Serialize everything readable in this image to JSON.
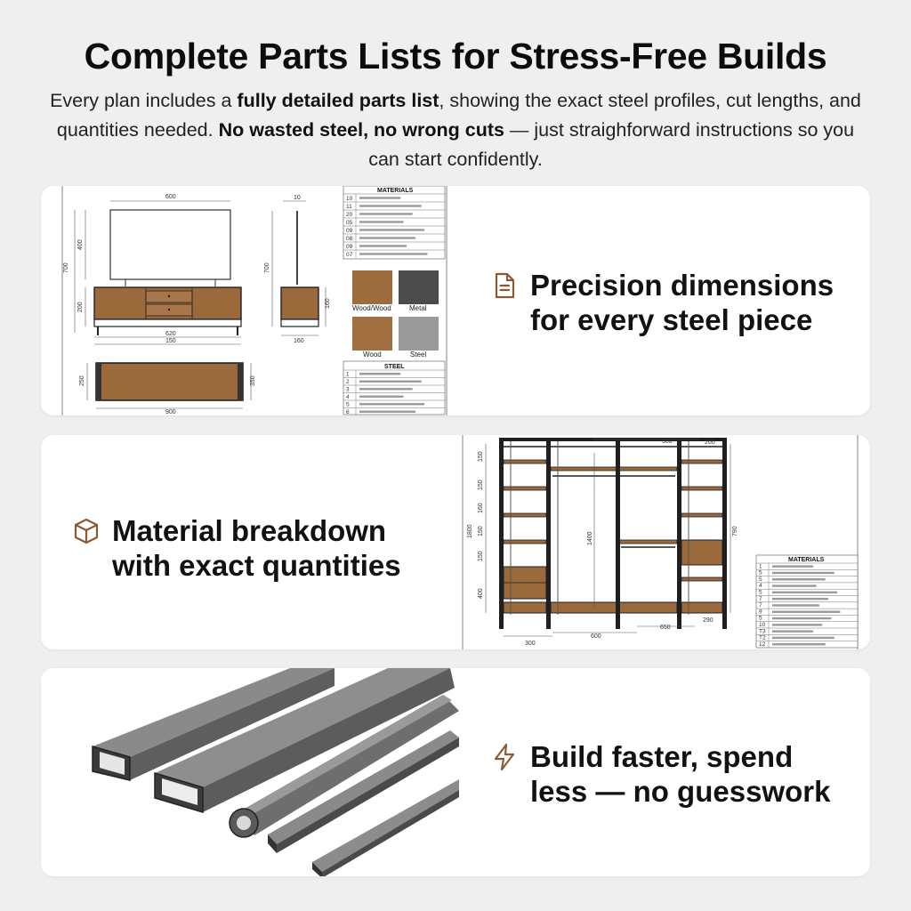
{
  "header": {
    "title": "Complete Parts Lists for Stress-Free Builds",
    "sub_1": "Every plan includes a ",
    "sub_b1": "fully detailed parts list",
    "sub_2": ", showing the exact steel profiles, cut lengths, and quantities needed. ",
    "sub_b2": "No wasted steel, no wrong cuts",
    "sub_3": " — just straighforward instructions so you can start confidently."
  },
  "features": [
    {
      "label": "Precision dimensions for every steel piece",
      "icon": "document-icon"
    },
    {
      "label": "Material breakdown with exact quantities",
      "icon": "box-icon"
    },
    {
      "label": "Build faster, spend less — no guesswork",
      "icon": "lightning-icon"
    }
  ],
  "drawing1": {
    "dims": {
      "width_top": "600",
      "d10": "10",
      "h400": "400",
      "h700_left": "700",
      "h700_right": "700",
      "h200": "200",
      "h160": "160",
      "w620": "620",
      "w150": "150",
      "w160": "160",
      "h250": "250",
      "h350": "350",
      "w900": "900"
    },
    "materials_title": "MATERIALS",
    "materials_nums": [
      "10",
      "11",
      "20",
      "05",
      "09",
      "08",
      "09",
      "07"
    ],
    "swatches": [
      "Wood/Wood",
      "Metal",
      "Wood",
      "Steel"
    ],
    "steel_title": "STEEL",
    "steel_nums": [
      "1",
      "2",
      "3",
      "4",
      "5",
      "6"
    ]
  },
  "drawing2": {
    "dims": {
      "w500": "500",
      "w200": "200",
      "h150a": "150",
      "h150b": "150",
      "h160": "160",
      "h150c": "150",
      "h1800": "1800",
      "h1400": "1400",
      "h150d": "150",
      "h400": "400",
      "h790": "790",
      "w300": "300",
      "w600": "600",
      "w650": "650",
      "w290": "290"
    },
    "materials_title": "MATERIALS",
    "materials_nums": [
      "1",
      "5",
      "5",
      "4",
      "5",
      "7",
      "7",
      "9",
      "5",
      "10",
      "T3",
      "T2",
      "12"
    ]
  },
  "colors": {
    "wood": "#9a6a3c",
    "steel_frame": "#1f1f1f",
    "accent_icon": "#8a5a34",
    "tube": "#4a4a4a"
  }
}
